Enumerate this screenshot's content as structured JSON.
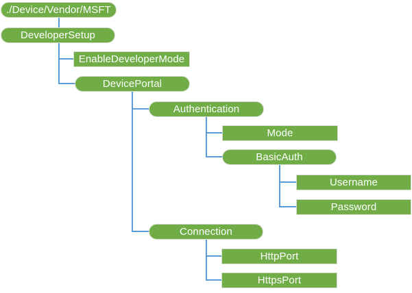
{
  "diagram": {
    "type": "tree-hierarchy",
    "colors": {
      "node_fill": "#70AD47",
      "node_border": "#D7DDD0",
      "node_text": "#FFFFFF",
      "connector": "#5B9BD5",
      "background": "#FFFFFF"
    },
    "nodes": {
      "root": {
        "label": "./Device/Vendor/MSFT",
        "shape": "rounded"
      },
      "developerSetup": {
        "label": "DeveloperSetup",
        "shape": "rounded"
      },
      "enableDeveloperMode": {
        "label": "EnableDeveloperMode",
        "shape": "rect"
      },
      "devicePortal": {
        "label": "DevicePortal",
        "shape": "rounded"
      },
      "authentication": {
        "label": "Authentication",
        "shape": "rounded"
      },
      "mode": {
        "label": "Mode",
        "shape": "rect"
      },
      "basicAuth": {
        "label": "BasicAuth",
        "shape": "rounded"
      },
      "username": {
        "label": "Username",
        "shape": "rect"
      },
      "password": {
        "label": "Password",
        "shape": "rect"
      },
      "connection": {
        "label": "Connection",
        "shape": "rounded"
      },
      "httpPort": {
        "label": "HttpPort",
        "shape": "rect"
      },
      "httpsPort": {
        "label": "HttpsPort",
        "shape": "rect"
      }
    },
    "hierarchy": {
      "./Device/Vendor/MSFT": {
        "DeveloperSetup": {
          "EnableDeveloperMode": {},
          "DevicePortal": {
            "Authentication": {
              "Mode": {},
              "BasicAuth": {
                "Username": {},
                "Password": {}
              }
            },
            "Connection": {
              "HttpPort": {},
              "HttpsPort": {}
            }
          }
        }
      }
    }
  }
}
